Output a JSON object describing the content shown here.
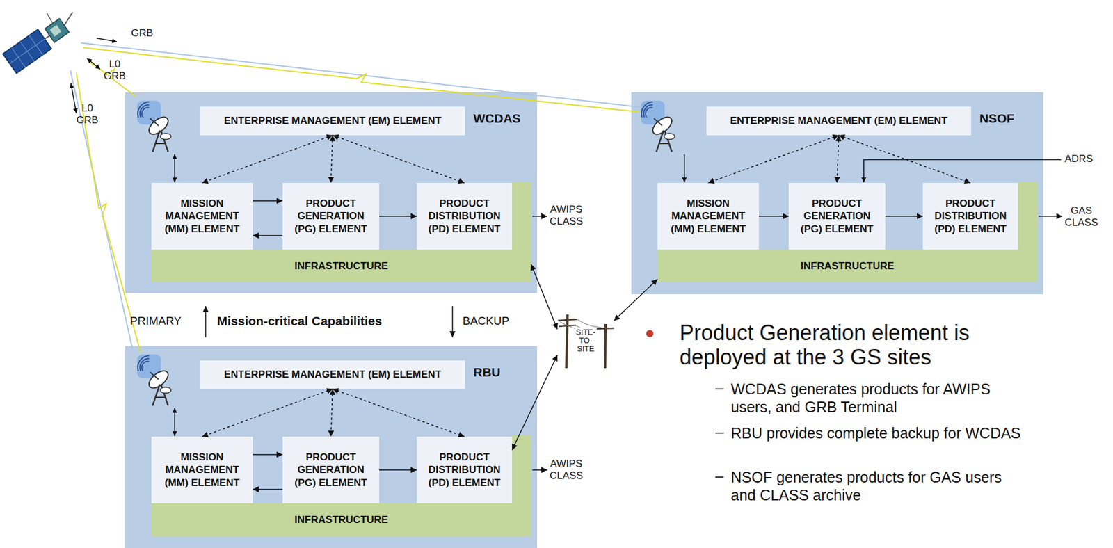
{
  "diagram": {
    "nodes": [
      {
        "text": [
          "WCDAS"
        ]
      },
      {
        "text": [
          "ENTERPRISE MANAGEMENT (EM) ELEMENT"
        ],
        "in": 0
      },
      {
        "text": [
          "MISSION MANAGEMENT (MM) ELEMENT"
        ],
        "in": 0
      },
      {
        "text": [
          "PRODUCT GENERATION (PG) ELEMENT"
        ],
        "in": 0
      },
      {
        "text": [
          "PRODUCT DISTRIBUTION (PD) ELEMENT"
        ],
        "in": 0
      },
      {
        "text": [
          "INFRASTRUCTURE"
        ],
        "in": 0
      },
      {
        "text": [
          "NSOF"
        ]
      },
      {
        "text": [
          "ENTERPRISE MANAGEMENT (EM) ELEMENT"
        ],
        "in": 6
      },
      {
        "text": [
          "MISSION MANAGEMENT (MM) ELEMENT"
        ],
        "in": 6
      },
      {
        "text": [
          "PRODUCT GENERATION (PG) ELEMENT"
        ],
        "in": 6
      },
      {
        "text": [
          "PRODUCT DISTRIBUTION (PD) ELEMENT"
        ],
        "in": 6
      },
      {
        "text": [
          "INFRASTRUCTURE"
        ],
        "in": 6
      },
      {
        "text": [
          "RBU"
        ]
      },
      {
        "text": [
          "ENTERPRISE MANAGEMENT (EM) ELEMENT"
        ],
        "in": 12
      },
      {
        "text": [
          "MISSION MANAGEMENT (MM) ELEMENT"
        ],
        "in": 12
      },
      {
        "text": [
          "PRODUCT GENERATION (PG) ELEMENT"
        ],
        "in": 12
      },
      {
        "text": [
          "PRODUCT DISTRIBUTION (PD) ELEMENT"
        ],
        "in": 12
      },
      {
        "text": [
          "INFRASTRUCTURE"
        ],
        "in": 12
      },
      {
        "text": [
          "SITE-TO-SITE"
        ]
      }
    ],
    "edges": [
      {
        "from": 1,
        "to": 2,
        "arrow": "both"
      },
      {
        "from": 1,
        "to": 3,
        "arrow": "both"
      },
      {
        "from": 1,
        "to": 4,
        "arrow": "both"
      },
      {
        "from": 2,
        "to": 3,
        "arrow": "to"
      },
      {
        "from": 3,
        "to": 2,
        "arrow": "to"
      },
      {
        "from": 3,
        "to": 4,
        "arrow": "to"
      },
      {
        "from": 7,
        "to": 8,
        "arrow": "both"
      },
      {
        "from": 7,
        "to": 9,
        "arrow": "both"
      },
      {
        "from": 7,
        "to": 10,
        "arrow": "both"
      },
      {
        "from": 8,
        "to": 9,
        "arrow": "to"
      },
      {
        "from": 9,
        "to": 10,
        "arrow": "to"
      },
      {
        "from": 13,
        "to": 14,
        "arrow": "both"
      },
      {
        "from": 13,
        "to": 15,
        "arrow": "both"
      },
      {
        "from": 13,
        "to": 16,
        "arrow": "both"
      },
      {
        "from": 14,
        "to": 15,
        "arrow": "to"
      },
      {
        "from": 15,
        "to": 14,
        "arrow": "to"
      },
      {
        "from": 15,
        "to": 16,
        "arrow": "to"
      },
      {
        "from": 5,
        "to": 18,
        "arrow": "both"
      },
      {
        "from": 11,
        "to": 18,
        "arrow": "both"
      },
      {
        "from": 16,
        "to": 18,
        "arrow": "both"
      }
    ],
    "labels": [
      "GRB",
      "L0 GRB",
      "L0 GRB",
      "AWIPS CLASS",
      "GAS CLASS",
      "ADRS",
      "PRIMARY",
      "Mission-critical Capabilities",
      "BACKUP",
      "AWIPS CLASS",
      "Product Generation element is deployed at the 3 GS sites",
      "WCDAS generates products for AWIPS users, and GRB Terminal",
      "RBU provides complete backup for WCDAS",
      "NSOF generates products for GAS users and CLASS archive"
    ]
  }
}
